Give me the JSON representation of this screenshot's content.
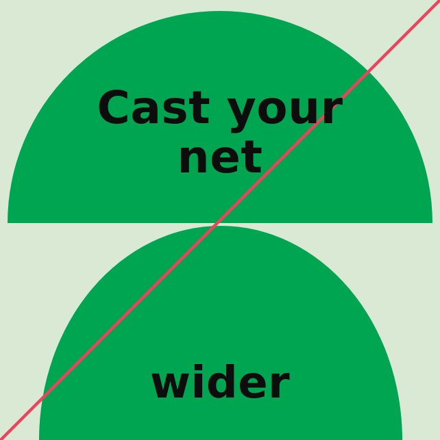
{
  "poster": {
    "headline": {
      "line1": "Cast your",
      "line2": "net",
      "line3": "wider"
    },
    "colors": {
      "background": "#d9e9d4",
      "shape_green": "#00a551",
      "line_red": "#e9455d",
      "text": "#0d0d0d"
    }
  }
}
